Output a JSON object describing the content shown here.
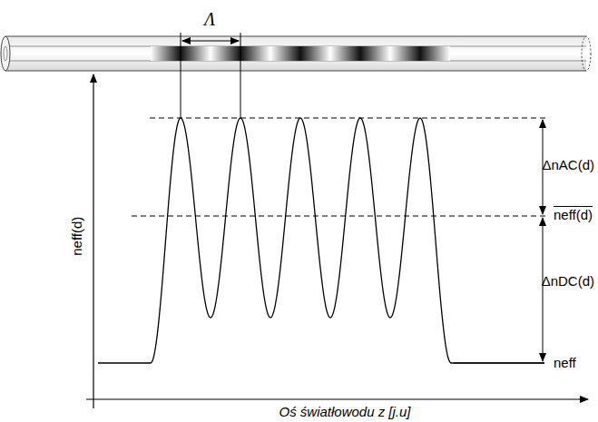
{
  "diagram": {
    "labels": [
      "Λ",
      "ΔnAC(d)",
      "neff(d)",
      "ΔnDC(d)",
      "neff",
      "neff(d)",
      "Oś światłowodu z [j.u]"
    ]
  }
}
